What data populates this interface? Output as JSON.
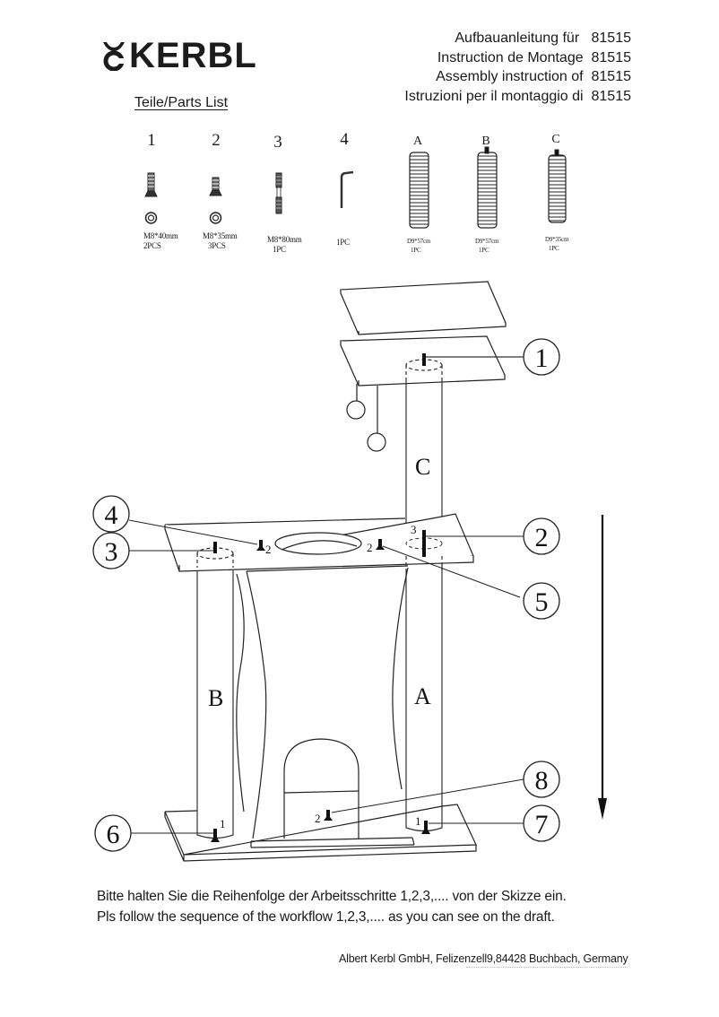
{
  "header": {
    "brand": "KERBL",
    "brand_icon": "kerbl-horn-logo-icon",
    "parts_list_title": "Teile/Parts List",
    "titles": [
      {
        "text": "Aufbauanleitung für",
        "code": "81515"
      },
      {
        "text": "Instruction de Montage",
        "code": "81515"
      },
      {
        "text": "Assembly instruction of",
        "code": "81515"
      },
      {
        "text": "Istruzioni per il montaggio di",
        "code": "81515"
      }
    ]
  },
  "parts": [
    {
      "id": "1",
      "icon": "countersunk-screw-with-washer-icon",
      "spec": "M8*40mm",
      "qty": "2PCS"
    },
    {
      "id": "2",
      "icon": "countersunk-screw-with-washer-icon",
      "spec": "M8*35mm",
      "qty": "3PCS"
    },
    {
      "id": "3",
      "icon": "double-threaded-bolt-icon",
      "spec": "M8*80mm",
      "qty": "1PC"
    },
    {
      "id": "4",
      "icon": "allen-key-icon",
      "spec": "",
      "qty": "1PC"
    },
    {
      "id": "A",
      "icon": "sisal-post-icon",
      "spec": "D9*57cm",
      "qty": "1PC"
    },
    {
      "id": "B",
      "icon": "sisal-post-with-bolt-icon",
      "spec": "D9*57cm",
      "qty": "1PC"
    },
    {
      "id": "C",
      "icon": "sisal-post-with-bolt-icon",
      "spec": "D9*35cm",
      "qty": "1PC"
    }
  ],
  "diagram": {
    "post_labels": {
      "a": "A",
      "b": "B",
      "c": "C"
    },
    "screw_labels": {
      "s1_top": "3",
      "s2_left": "2",
      "s2_right": "2",
      "s2_base": "2",
      "s1_left": "1",
      "s1_right": "1"
    },
    "callouts": [
      "1",
      "2",
      "3",
      "4",
      "5",
      "6",
      "7",
      "8"
    ],
    "direction_arrow": "down-arrow-icon"
  },
  "instructions": {
    "de": "Bitte halten Sie die Reihenfolge der Arbeitsschritte 1,2,3,.... von der Skizze ein.",
    "en": "Pls follow the sequence of the workflow 1,2,3,.... as you can see on the draft."
  },
  "footer": {
    "address": "Albert Kerbl GmbH, Felizenzell9,84428 Buchbach, Germany"
  }
}
